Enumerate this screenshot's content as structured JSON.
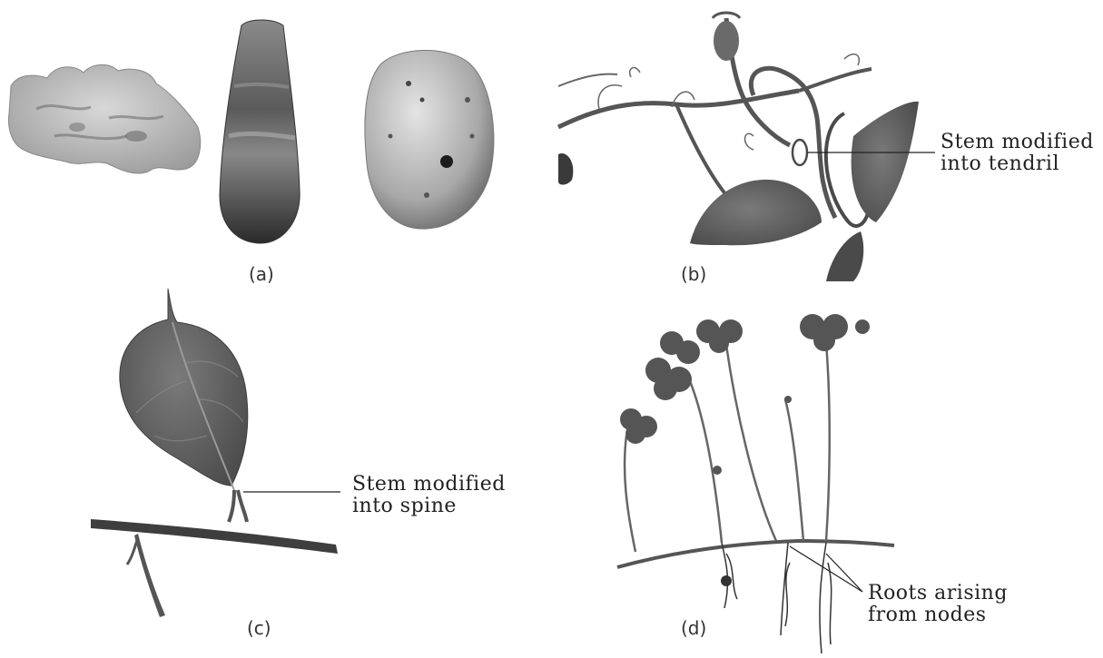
{
  "panels": {
    "a": {
      "label": "(a)"
    },
    "b": {
      "label": "(b)",
      "annotation": [
        "Stem modified",
        "into tendril"
      ]
    },
    "c": {
      "label": "(c)",
      "annotation": [
        "Stem modified",
        "into spine"
      ]
    },
    "d": {
      "label": "(d)",
      "annotation": [
        "Roots arising",
        "from nodes"
      ]
    }
  },
  "colors": {
    "plant_dark": "#3d3d3d",
    "plant_mid": "#6b6b6b",
    "tuber_light": "#b9b9b9",
    "line": "#222222"
  }
}
